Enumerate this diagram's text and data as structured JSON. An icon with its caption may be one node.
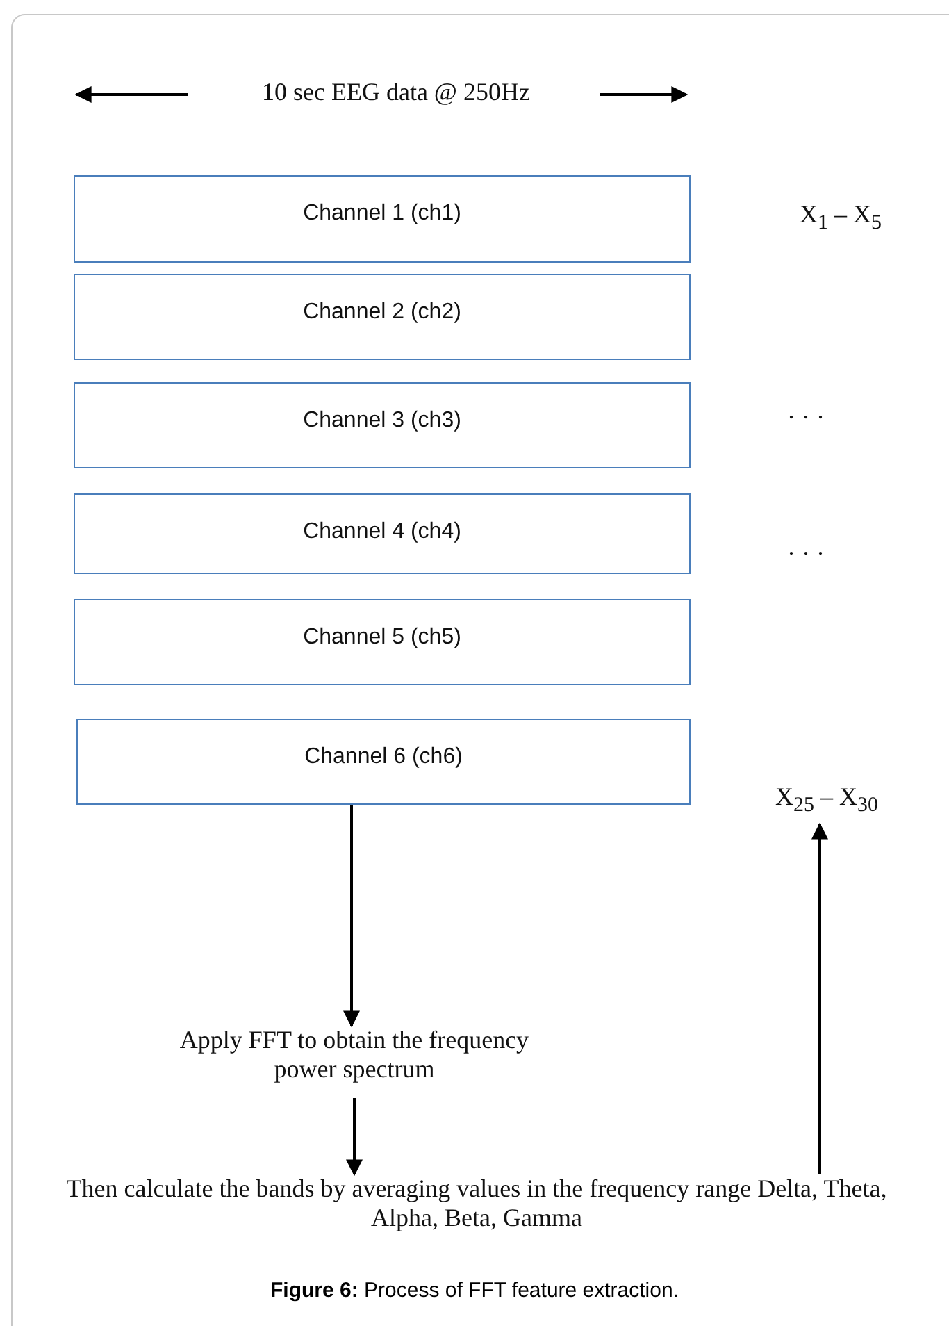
{
  "diagram": {
    "caption": "**Figure 6:** Process of FFT feature extraction.",
    "nodes": [
      {
        "text": [
          "Channel 1 (ch1)"
        ]
      },
      {
        "text": [
          "Channel 2 (ch2)"
        ]
      },
      {
        "text": [
          "Channel 3 (ch3)"
        ]
      },
      {
        "text": [
          "Channel 4 (ch4)"
        ]
      },
      {
        "text": [
          "Channel 5 (ch5)"
        ]
      },
      {
        "text": [
          "Channel 6 (ch6)"
        ]
      },
      {
        "text": [
          "Apply FFT to obtain the frequency power spectrum"
        ]
      },
      {
        "text": [
          "X$_{25}$ – X$_{30}$"
        ]
      },
      {
        "text": [
          "Then calculate the bands by averaging values in the frequency range Delta, Theta, Alpha, Beta, Gamma"
        ]
      }
    ],
    "edges": [
      {
        "from": 5,
        "to": 6,
        "arrow": "to"
      },
      {
        "from": 6,
        "to": 8,
        "arrow": "to"
      },
      {
        "from": 8,
        "to": 7,
        "arrow": "to"
      }
    ],
    "labels": [
      "10 sec EEG data @ 250Hz",
      "X$_{1}$ – X$_{5}$",
      "· · ·",
      "· · ·"
    ]
  }
}
